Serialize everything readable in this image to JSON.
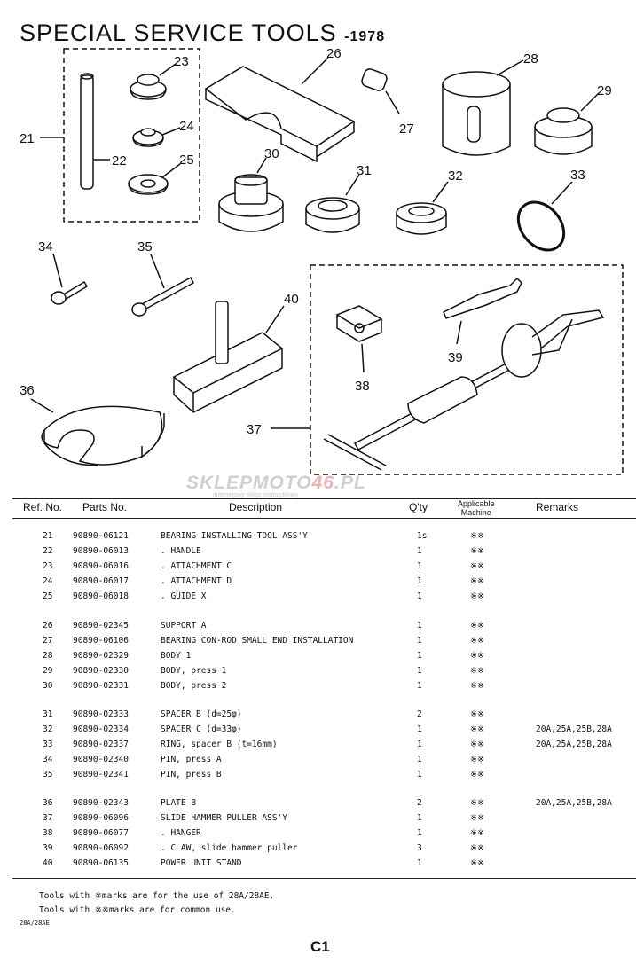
{
  "title": {
    "main": "SPECIAL SERVICE TOOLS",
    "year": "-1978"
  },
  "watermark": {
    "part1": "SKLEPMOTO",
    "part2": "46",
    "part3": ".PL",
    "sub": "internetowy sklep motocyklowy"
  },
  "callouts": [
    "21",
    "22",
    "23",
    "24",
    "25",
    "26",
    "27",
    "28",
    "29",
    "30",
    "31",
    "32",
    "33",
    "34",
    "35",
    "36",
    "37",
    "38",
    "39",
    "40"
  ],
  "headers": {
    "ref": "Ref. No.",
    "parts": "Parts No.",
    "desc": "Description",
    "qty": "Q'ty",
    "applicable_line1": "Applicable",
    "applicable_line2": "Machine",
    "remarks": "Remarks"
  },
  "rows": [
    {
      "ref": "21",
      "parts": "90890-06121",
      "desc": "BEARING INSTALLING TOOL ASS'Y",
      "qty": "1s",
      "mark": "※※",
      "remarks": ""
    },
    {
      "ref": "22",
      "parts": "90890-06013",
      "desc": ". HANDLE",
      "qty": "1",
      "mark": "※※",
      "remarks": ""
    },
    {
      "ref": "23",
      "parts": "90890-06016",
      "desc": ". ATTACHMENT C",
      "qty": "1",
      "mark": "※※",
      "remarks": ""
    },
    {
      "ref": "24",
      "parts": "90890-06017",
      "desc": ". ATTACHMENT D",
      "qty": "1",
      "mark": "※※",
      "remarks": ""
    },
    {
      "ref": "25",
      "parts": "90890-06018",
      "desc": ". GUIDE X",
      "qty": "1",
      "mark": "※※",
      "remarks": ""
    },
    {
      "ref": "26",
      "parts": "90890-02345",
      "desc": "SUPPORT A",
      "qty": "1",
      "mark": "※※",
      "remarks": ""
    },
    {
      "ref": "27",
      "parts": "90890-06106",
      "desc": "BEARING CON-ROD SMALL END INSTALLATION",
      "qty": "1",
      "mark": "※※",
      "remarks": ""
    },
    {
      "ref": "28",
      "parts": "90890-02329",
      "desc": "BODY 1",
      "qty": "1",
      "mark": "※※",
      "remarks": ""
    },
    {
      "ref": "29",
      "parts": "90890-02330",
      "desc": "BODY, press 1",
      "qty": "1",
      "mark": "※※",
      "remarks": ""
    },
    {
      "ref": "30",
      "parts": "90890-02331",
      "desc": "BODY, press 2",
      "qty": "1",
      "mark": "※※",
      "remarks": ""
    },
    {
      "ref": "31",
      "parts": "90890-02333",
      "desc": "SPACER B (d=25φ)",
      "qty": "2",
      "mark": "※※",
      "remarks": ""
    },
    {
      "ref": "32",
      "parts": "90890-02334",
      "desc": "SPACER C (d=33φ)",
      "qty": "1",
      "mark": "※※",
      "remarks": "20A,25A,25B,28A"
    },
    {
      "ref": "33",
      "parts": "90890-02337",
      "desc": "RING, spacer B (t=16mm)",
      "qty": "1",
      "mark": "※※",
      "remarks": "20A,25A,25B,28A"
    },
    {
      "ref": "34",
      "parts": "90890-02340",
      "desc": "PIN, press A",
      "qty": "1",
      "mark": "※※",
      "remarks": ""
    },
    {
      "ref": "35",
      "parts": "90890-02341",
      "desc": "PIN, press B",
      "qty": "1",
      "mark": "※※",
      "remarks": ""
    },
    {
      "ref": "36",
      "parts": "90890-02343",
      "desc": "PLATE B",
      "qty": "2",
      "mark": "※※",
      "remarks": "20A,25A,25B,28A"
    },
    {
      "ref": "37",
      "parts": "90890-06096",
      "desc": "SLIDE HAMMER PULLER ASS'Y",
      "qty": "1",
      "mark": "※※",
      "remarks": ""
    },
    {
      "ref": "38",
      "parts": "90890-06077",
      "desc": ". HANGER",
      "qty": "1",
      "mark": "※※",
      "remarks": ""
    },
    {
      "ref": "39",
      "parts": "90890-06092",
      "desc": ". CLAW, slide hammer puller",
      "qty": "3",
      "mark": "※※",
      "remarks": ""
    },
    {
      "ref": "40",
      "parts": "90890-06135",
      "desc": "POWER UNIT STAND",
      "qty": "1",
      "mark": "※※",
      "remarks": ""
    }
  ],
  "notes": [
    "Tools with ※marks are for the use of 28A/28AE.",
    "Tools with ※※marks are for common use."
  ],
  "footer_code": "28A/28AE",
  "page_number": "C1"
}
